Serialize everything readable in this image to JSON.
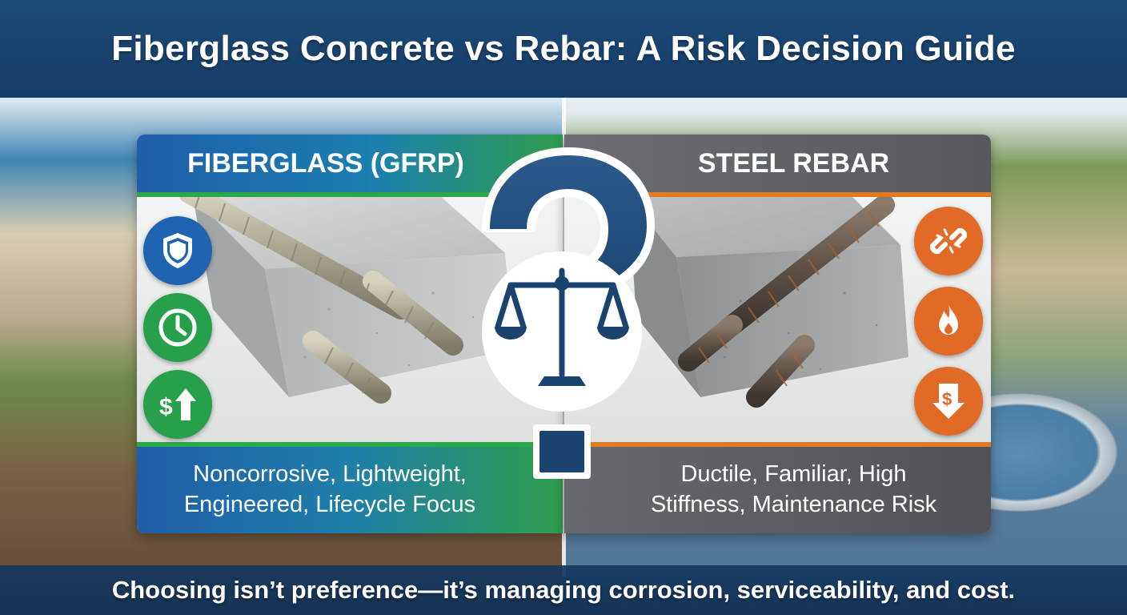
{
  "header": {
    "title": "Fiberglass Concrete vs Rebar: A Risk Decision Guide"
  },
  "left_panel": {
    "title": "FIBERGLASS (GFRP)",
    "footer_line1": "Noncorrosive, Lightweight,",
    "footer_line2": "Engineered, Lifecycle Focus",
    "accent_color": "#2aa84a",
    "primary_color": "#1f5ea8",
    "icons": [
      "shield-icon",
      "clock-icon",
      "dollar-up-icon"
    ]
  },
  "right_panel": {
    "title": "STEEL REBAR",
    "footer_line1": "Ductile, Familiar, High",
    "footer_line2": "Stiffness, Maintenance Risk",
    "accent_color": "#e07a25",
    "primary_color": "#5b5e62",
    "icons": [
      "broken-chain-icon",
      "fire-icon",
      "dollar-down-icon"
    ]
  },
  "center": {
    "icons": [
      "question-mark-icon",
      "balance-scale-icon"
    ]
  },
  "footer": {
    "tagline": "Choosing isn’t preference—it’s managing corrosion, serviceability, and cost."
  }
}
